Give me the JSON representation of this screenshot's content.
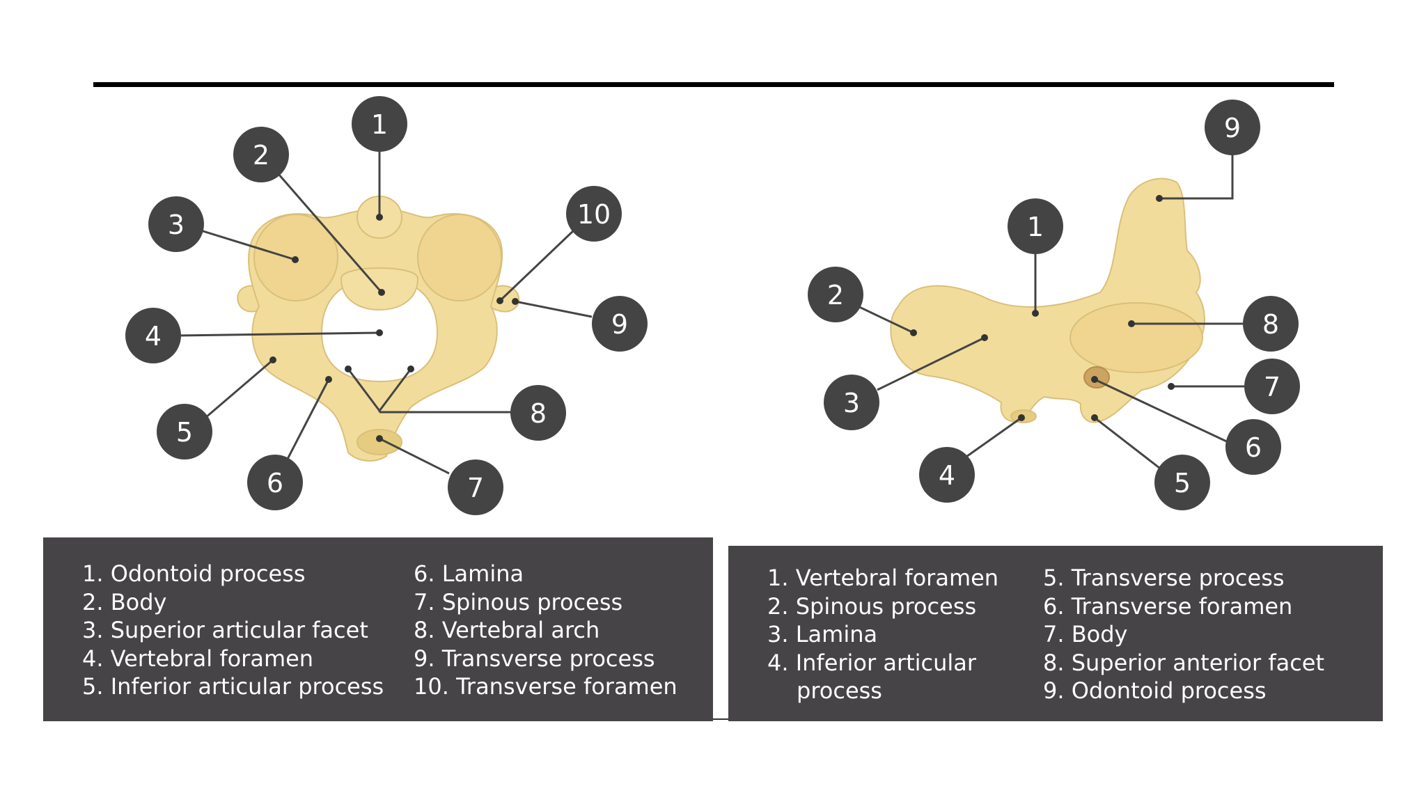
{
  "colors": {
    "bone": "#f2dc9b",
    "bone_shade": "#e6cc80",
    "callout": "#454445",
    "legend_bg": "#464446",
    "rule": "#000000"
  },
  "left_figure": {
    "callouts": [
      "1",
      "2",
      "3",
      "4",
      "5",
      "6",
      "7",
      "8",
      "9",
      "10"
    ],
    "legend": {
      "col1": [
        {
          "num": "1.",
          "text": "Odontoid process"
        },
        {
          "num": "2.",
          "text": "Body"
        },
        {
          "num": "3.",
          "text": "Superior articular facet"
        },
        {
          "num": "4.",
          "text": "Vertebral foramen"
        },
        {
          "num": "5.",
          "text": "Inferior articular process"
        }
      ],
      "col2": [
        {
          "num": "6.",
          "text": "Lamina"
        },
        {
          "num": "7.",
          "text": "Spinous process"
        },
        {
          "num": "8.",
          "text": "Vertebral arch"
        },
        {
          "num": "9.",
          "text": "Transverse process"
        },
        {
          "num": "10.",
          "text": "Transverse foramen"
        }
      ]
    }
  },
  "right_figure": {
    "callouts": [
      "1",
      "2",
      "3",
      "4",
      "5",
      "6",
      "7",
      "8",
      "9"
    ],
    "legend": {
      "col1": [
        {
          "num": "1.",
          "text": "Vertebral foramen"
        },
        {
          "num": "2.",
          "text": "Spinous process"
        },
        {
          "num": "3.",
          "text": "Lamina"
        },
        {
          "num": "4.",
          "text": "Inferior articular",
          "cont": "process"
        }
      ],
      "col2": [
        {
          "num": "5.",
          "text": "Transverse process"
        },
        {
          "num": "6.",
          "text": "Transverse foramen"
        },
        {
          "num": "7.",
          "text": "Body"
        },
        {
          "num": "8.",
          "text": "Superior anterior facet"
        },
        {
          "num": "9.",
          "text": "Odontoid process"
        }
      ]
    }
  }
}
